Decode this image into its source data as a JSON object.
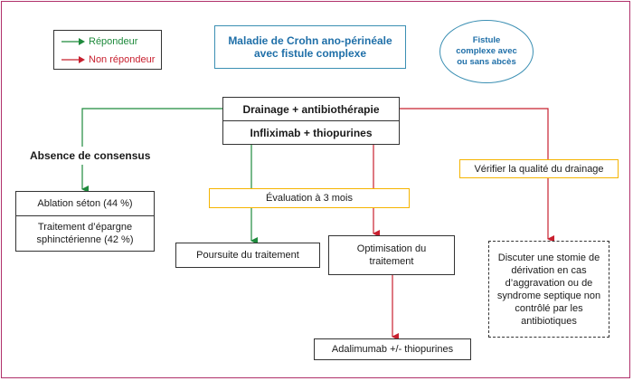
{
  "legend": {
    "responder_label": "Répondeur",
    "nonresponder_label": "Non répondeur",
    "responder_color": "#1e8a3c",
    "nonresponder_color": "#c8202f"
  },
  "title": "Maladie de Crohn ano-périnéale avec fistule complexe",
  "ellipse": "Fistule complexe avec ou sans abcès",
  "main_top": "Drainage + antibiothérapie",
  "main_bottom": "Infliximab + thiopurines",
  "absence_consensus": "Absence de consensus",
  "ablation": "Ablation séton (44 %)",
  "epargne": "Traitement d’épargne sphinctérienne (42 %)",
  "evaluation": "Évaluation à 3 mois",
  "poursuite": "Poursuite du traitement",
  "optimisation": "Optimisation du traitement",
  "adalimumab": "Adalimumab +/- thiopurines",
  "verifier": "Vérifier la qualité du drainage",
  "stomie": "Discuter une stomie de dérivation en cas d’aggravation ou de syndrome septique non contrôlé par les antibiotiques"
}
